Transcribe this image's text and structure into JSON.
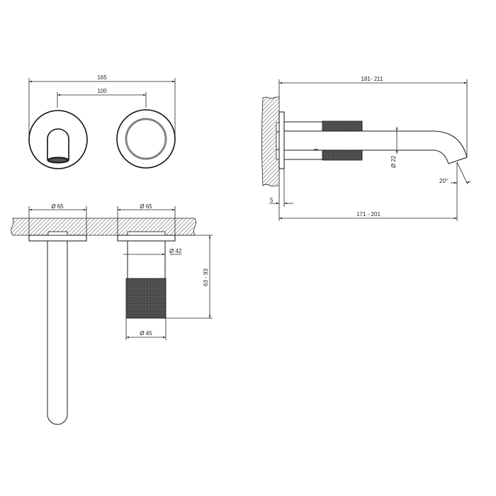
{
  "drawing": {
    "colors": {
      "line": "#1a1a1a",
      "background": "#ffffff",
      "knurl": "#3a3a3a"
    },
    "front_view": {
      "overall_width_label": "165",
      "center_distance_label": "100",
      "components": [
        "spout-rosette",
        "mixer-handle-rosette"
      ]
    },
    "side_view": {
      "overall_length_label": "181- 211",
      "projection_label": "171 - 201",
      "plate_thickness_label": "5",
      "spout_diameter_label": "Ø 22",
      "angle_label": "20°"
    },
    "top_section_view": {
      "spout_rosette_label": "Ø 65",
      "handle_rosette_label": "Ø 65",
      "handle_shaft_label": "Ø 42",
      "handle_knurl_label": "Ø 45",
      "handle_depth_label": "63 - 93"
    }
  }
}
